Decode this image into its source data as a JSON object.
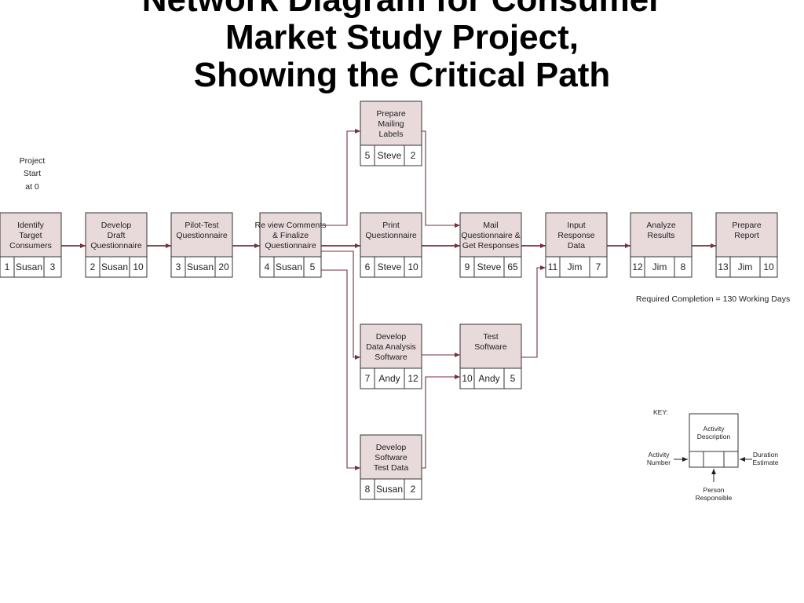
{
  "title_lines": [
    "Network Diagram for Consumer",
    "Market Study Project,",
    "Showing the Critical Path"
  ],
  "colors": {
    "node_fill": "#e8d9db",
    "node_stroke": "#333333",
    "arrow": "#7a2e3c",
    "key_fill": "#ffffff"
  },
  "project_start": [
    "Project",
    "Start",
    "at 0"
  ],
  "activities": [
    {
      "id": "a1",
      "desc": [
        "Identify",
        "Target",
        "Consumers"
      ],
      "number": "1",
      "person": "Susan",
      "duration": "3"
    },
    {
      "id": "a2",
      "desc": [
        "Develop",
        "Draft",
        "Questionnaire"
      ],
      "number": "2",
      "person": "Susan",
      "duration": "10"
    },
    {
      "id": "a3",
      "desc": [
        "Pilot-Test",
        "Questionnaire"
      ],
      "number": "3",
      "person": "Susan",
      "duration": "20"
    },
    {
      "id": "a4",
      "desc": [
        "Re view Comments",
        "& Finalize",
        "Questionnaire"
      ],
      "number": "4",
      "person": "Susan",
      "duration": "5"
    },
    {
      "id": "a5",
      "desc": [
        "Prepare",
        "Mailing",
        "Labels"
      ],
      "number": "5",
      "person": "Steve",
      "duration": "2"
    },
    {
      "id": "a6",
      "desc": [
        "Print",
        "Questionnaire"
      ],
      "number": "6",
      "person": "Steve",
      "duration": "10"
    },
    {
      "id": "a7",
      "desc": [
        "Develop",
        "Data Analysis",
        "Software"
      ],
      "number": "7",
      "person": "Andy",
      "duration": "12"
    },
    {
      "id": "a8",
      "desc": [
        "Develop",
        "Software",
        "Test Data"
      ],
      "number": "8",
      "person": "Susan",
      "duration": "2"
    },
    {
      "id": "a9",
      "desc": [
        "Mail",
        "Questionnaire &",
        "Get Responses"
      ],
      "number": "9",
      "person": "Steve",
      "duration": "65"
    },
    {
      "id": "a10",
      "desc": [
        "Test",
        "Software"
      ],
      "number": "10",
      "person": "Andy",
      "duration": "5"
    },
    {
      "id": "a11",
      "desc": [
        "Input",
        "Response",
        "Data"
      ],
      "number": "11",
      "person": "Jim",
      "duration": "7"
    },
    {
      "id": "a12",
      "desc": [
        "Analyze",
        "Results"
      ],
      "number": "12",
      "person": "Jim",
      "duration": "8"
    },
    {
      "id": "a13",
      "desc": [
        "Prepare",
        "Report"
      ],
      "number": "13",
      "person": "Jim",
      "duration": "10"
    }
  ],
  "dependencies": [
    {
      "from": "a1",
      "to": "a2",
      "critical": true
    },
    {
      "from": "a2",
      "to": "a3",
      "critical": true
    },
    {
      "from": "a3",
      "to": "a4",
      "critical": true
    },
    {
      "from": "a4",
      "to": "a5",
      "critical": false
    },
    {
      "from": "a4",
      "to": "a6",
      "critical": true
    },
    {
      "from": "a4",
      "to": "a7",
      "critical": false
    },
    {
      "from": "a4",
      "to": "a8",
      "critical": false
    },
    {
      "from": "a5",
      "to": "a9",
      "critical": false
    },
    {
      "from": "a6",
      "to": "a9",
      "critical": true
    },
    {
      "from": "a7",
      "to": "a10",
      "critical": false
    },
    {
      "from": "a8",
      "to": "a10",
      "critical": false
    },
    {
      "from": "a9",
      "to": "a11",
      "critical": true
    },
    {
      "from": "a10",
      "to": "a11",
      "critical": false
    },
    {
      "from": "a11",
      "to": "a12",
      "critical": true
    },
    {
      "from": "a12",
      "to": "a13",
      "critical": true
    }
  ],
  "required_completion": "Required Completion = 130 Working Days",
  "key": {
    "label": "KEY:",
    "box_desc": [
      "Activity",
      "Description"
    ],
    "activity_number": [
      "Activity",
      "Number"
    ],
    "person_responsible": [
      "Person",
      "Responsible"
    ],
    "duration_estimate": [
      "Duration",
      "Estimate"
    ]
  }
}
